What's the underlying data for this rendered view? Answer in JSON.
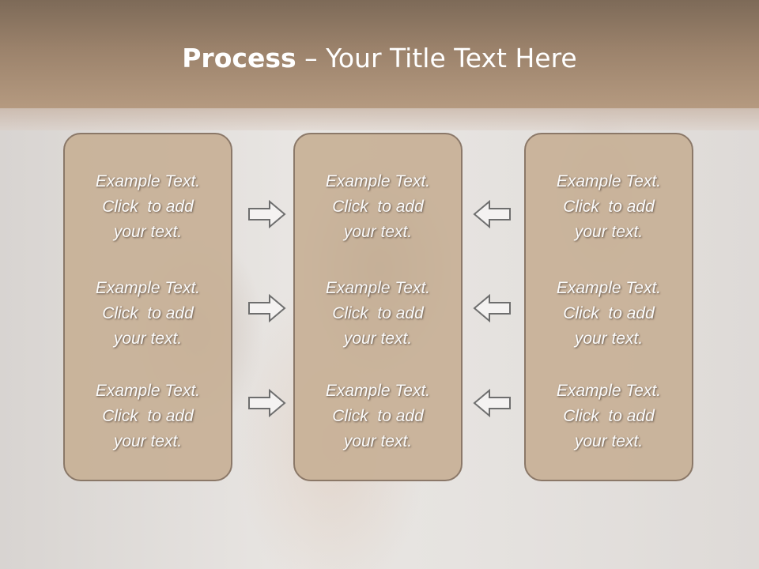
{
  "slide": {
    "title_bold": "Process",
    "title_separator": " – ",
    "title_rest": "Your Title Text Here"
  },
  "columns": [
    {
      "items": [
        {
          "line1": "Example Text.",
          "line2": "Click  to add",
          "line3": "your text."
        },
        {
          "line1": "Example Text.",
          "line2": "Click  to add",
          "line3": "your text."
        },
        {
          "line1": "Example Text.",
          "line2": "Click  to add",
          "line3": "your text."
        }
      ]
    },
    {
      "items": [
        {
          "line1": "Example Text.",
          "line2": "Click  to add",
          "line3": "your text."
        },
        {
          "line1": "Example Text.",
          "line2": "Click  to add",
          "line3": "your text."
        },
        {
          "line1": "Example Text.",
          "line2": "Click  to add",
          "line3": "your text."
        }
      ]
    },
    {
      "items": [
        {
          "line1": "Example Text.",
          "line2": "Click  to add",
          "line3": "your text."
        },
        {
          "line1": "Example Text.",
          "line2": "Click  to add",
          "line3": "your text."
        },
        {
          "line1": "Example Text.",
          "line2": "Click  to add",
          "line3": "your text."
        }
      ]
    }
  ],
  "arrows": {
    "left_group": "arrow-right-icon",
    "right_group": "arrow-left-icon"
  },
  "colors": {
    "header": "#9b826b",
    "box_fill": "#c8b197",
    "box_border": "#84705f",
    "text": "#ffffff"
  }
}
